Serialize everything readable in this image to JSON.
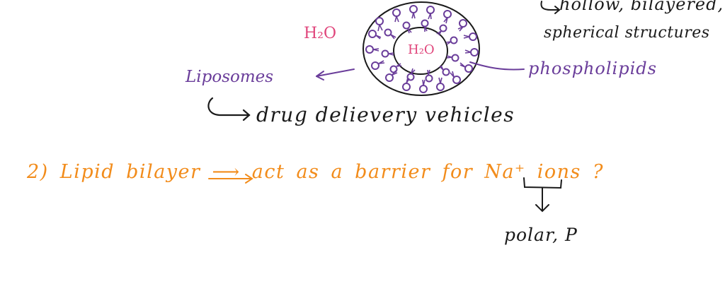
{
  "notes": {
    "structure_line1": "hollow, bilayered,",
    "structure_line2": "spherical structures",
    "h2o_outside": "H₂O",
    "h2o_inside": "H₂O",
    "liposomes": "Liposomes",
    "phospholipids": "phospholipids",
    "drug_delivery": "drug delievery vehicles",
    "question": "2) Lipid bilayer ⟶ act as a barrier for Na⁺ ions ?",
    "polar": "polar, P"
  },
  "colors": {
    "black": "#1a1a1a",
    "purple": "#6a3d9a",
    "pink": "#e0457b",
    "orange": "#f28c1b",
    "background": "#ffffff"
  }
}
